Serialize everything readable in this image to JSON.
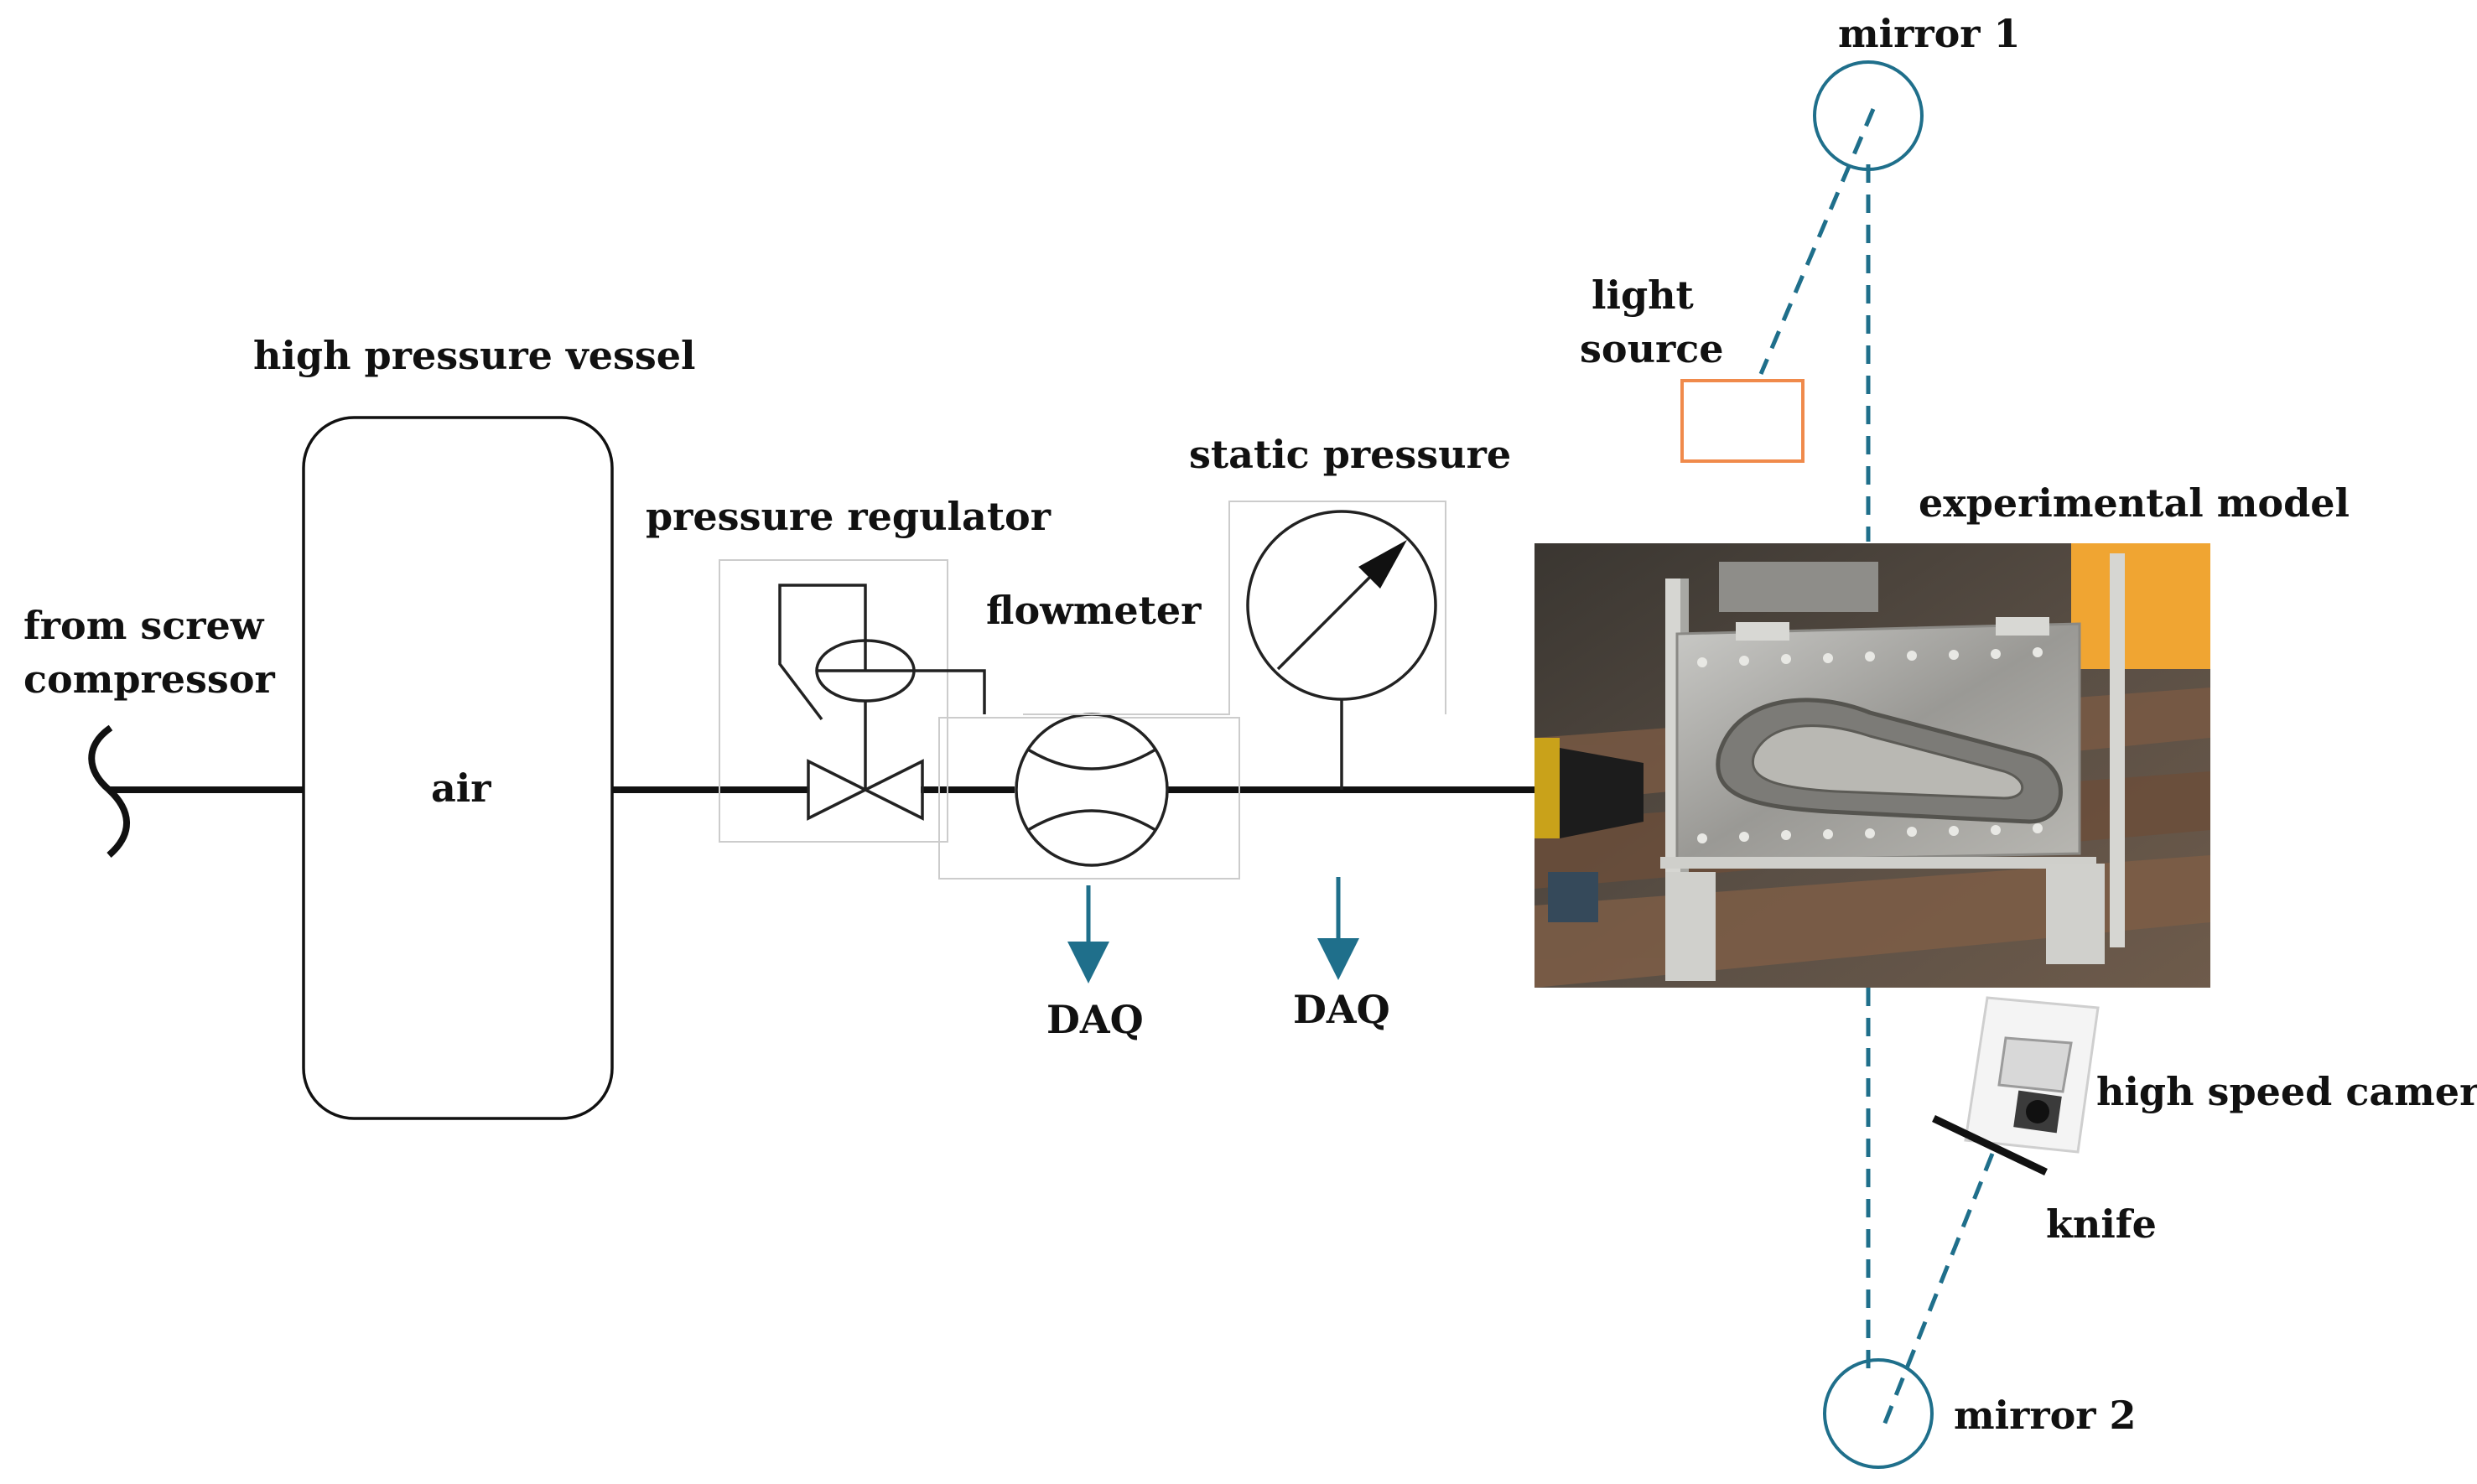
{
  "labels": {
    "from_screw_compressor": [
      "from screw",
      "compressor"
    ],
    "high_pressure_vessel": "high pressure vessel",
    "vessel_content": "air",
    "pressure_regulator": "pressure regulator",
    "flowmeter": "flowmeter",
    "static_pressure": "static pressure",
    "daq_flowmeter": "DAQ",
    "daq_static": "DAQ",
    "experimental_model": "experimental model",
    "light_source": [
      "light",
      "source"
    ],
    "mirror_1": "mirror 1",
    "mirror_2": "mirror 2",
    "high_speed_camera": "high speed camera",
    "knife": "knife"
  },
  "colors": {
    "line": "#111111",
    "optical_path": "#1f6f8b",
    "light_source_box": "#f08a4b",
    "component_frame": "#cccccc"
  },
  "icons": {
    "inlet": "wavy-break-icon",
    "regulator": "pressure-regulator-valve-icon",
    "flowmeter": "flowmeter-icon",
    "gauge": "pressure-gauge-icon",
    "mirror": "mirror-circle-icon",
    "camera": "camera-icon"
  }
}
